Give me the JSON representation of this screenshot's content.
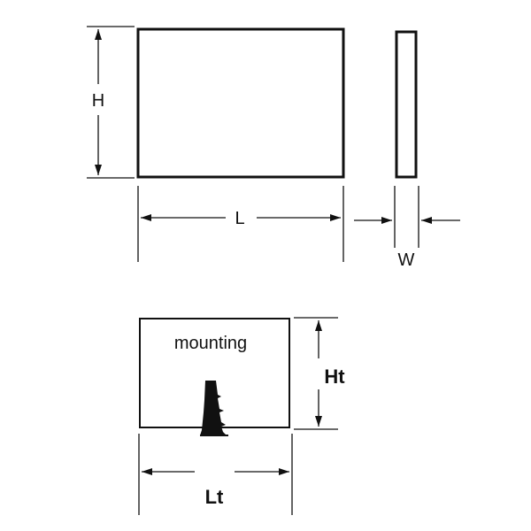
{
  "labels": {
    "height": "H",
    "length": "L",
    "width": "W",
    "mounting": "mounting",
    "height_total": "Ht",
    "length_total": "Lt"
  },
  "colors": {
    "stroke": "#111111",
    "background": "#ffffff"
  }
}
